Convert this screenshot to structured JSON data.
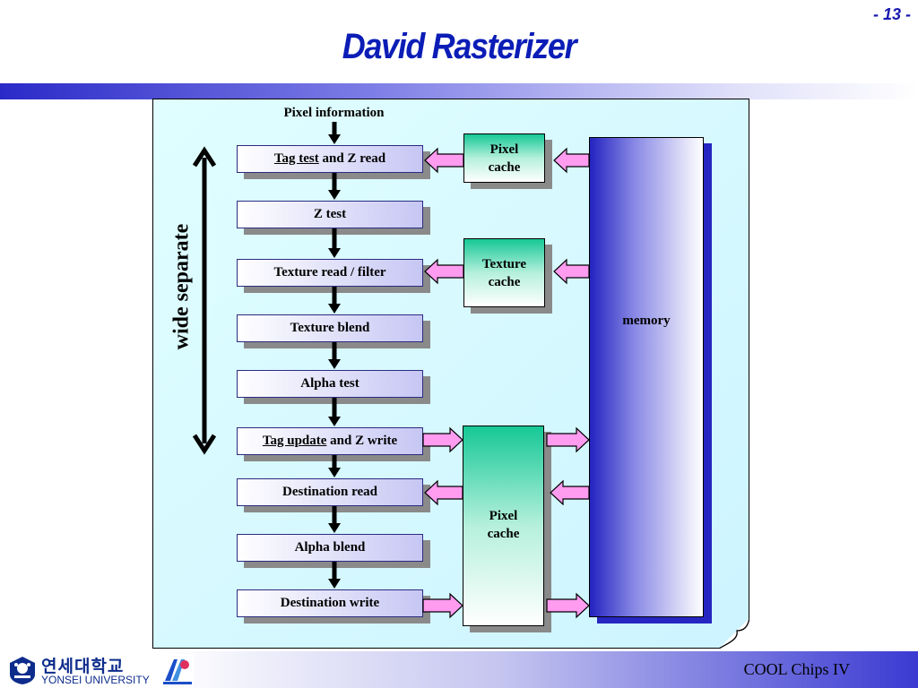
{
  "slide": {
    "page_number": "- 13 -",
    "title": "David Rasterizer",
    "footer": "COOL Chips IV"
  },
  "logo": {
    "korean": "연세대학교",
    "english": "YONSEI UNIVERSITY"
  },
  "diagram": {
    "input_label": "Pixel information",
    "side_label": "wide separate",
    "stages": [
      {
        "underlined": "Tag test",
        "rest": " and Z read"
      },
      {
        "underlined": "",
        "rest": "Z test"
      },
      {
        "underlined": "",
        "rest": "Texture read / filter"
      },
      {
        "underlined": "",
        "rest": "Texture blend"
      },
      {
        "underlined": "",
        "rest": "Alpha test"
      },
      {
        "underlined": "Tag update",
        "rest": " and Z write"
      },
      {
        "underlined": "",
        "rest": "Destination read"
      },
      {
        "underlined": "",
        "rest": "Alpha blend"
      },
      {
        "underlined": "",
        "rest": "Destination write"
      }
    ],
    "caches": {
      "pixel_cache_top": {
        "line1": "Pixel",
        "line2": "cache"
      },
      "texture_cache": {
        "line1": "Texture",
        "line2": "cache"
      },
      "pixel_cache_bottom": {
        "line1": "Pixel",
        "line2": "cache"
      }
    },
    "memory_label": "memory"
  },
  "colors": {
    "title": "#0b1db6",
    "stage_border": "#2b2b80",
    "cache_green": "#16c896",
    "memory_blue": "#2323c0",
    "arrow_pink": "#ff9cf0",
    "panel_bg": "#d8fbff"
  }
}
